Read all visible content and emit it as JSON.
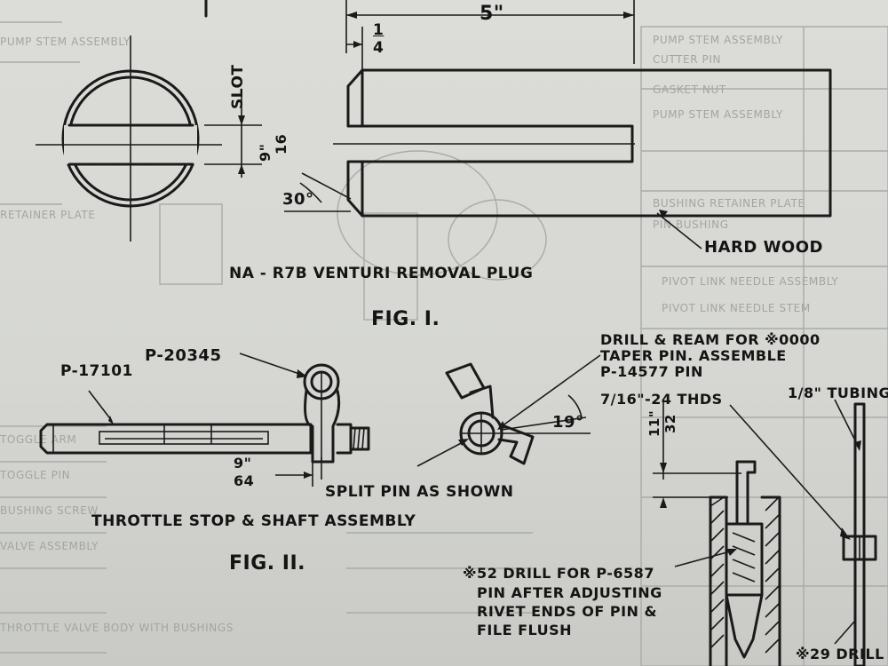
{
  "fig1": {
    "dim_length": "5\"",
    "dim_quarter_num": "1",
    "dim_quarter_den": "4",
    "slot_label": "SLOT",
    "slot_num": "9\"",
    "slot_den": "16",
    "angle": "30°",
    "hard_wood": "HARD WOOD",
    "plug_title": "NA - R7B VENTURI REMOVAL PLUG",
    "fig_label": "FIG. I."
  },
  "fig2": {
    "part_p20345": "P-20345",
    "part_p17101": "P-17101",
    "dim_num": "9\"",
    "dim_den": "64",
    "split_pin": "SPLIT PIN AS SHOWN",
    "assembly_title": "THROTTLE STOP & SHAFT ASSEMBLY",
    "fig_label": "FIG. II.",
    "drill_note_1": "DRILL & REAM FOR ※0000",
    "drill_note_2": "TAPER PIN. ASSEMBLE",
    "drill_note_3": "P-14577 PIN",
    "angle": "19°"
  },
  "fig3": {
    "threads": "7/16\"-24 THDS",
    "tubing": "1/8\" TUBING",
    "dim_num": "11\"",
    "dim_den": "32",
    "drill52_1": "※52 DRILL FOR P-6587",
    "drill52_2": "PIN AFTER ADJUSTING",
    "drill52_3": "RIVET ENDS OF PIN &",
    "drill52_4": "FILE FLUSH",
    "drill29": "※29 DRILL"
  }
}
